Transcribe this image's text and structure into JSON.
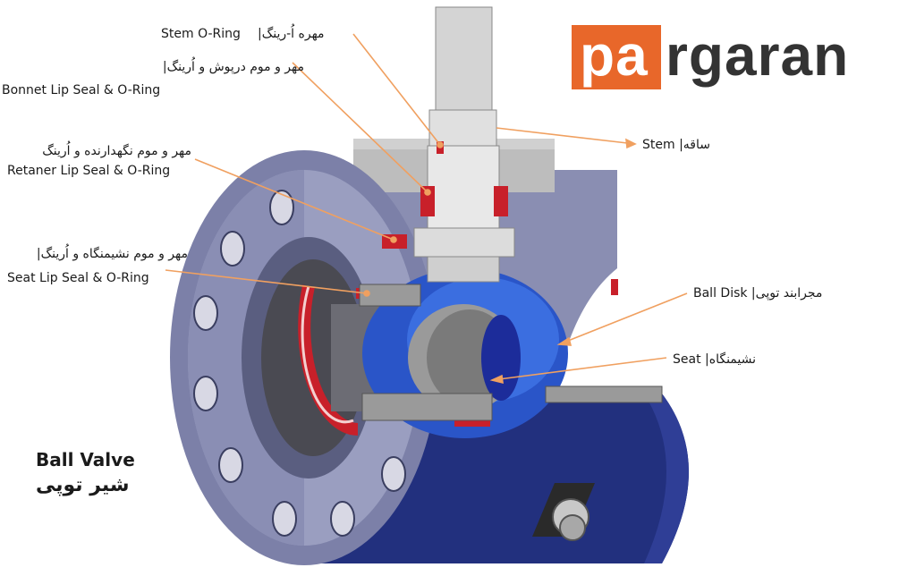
{
  "logo": {
    "part1": "pa",
    "part2": "rgaran"
  },
  "labels": {
    "stem_oring": {
      "en": "Stem O-Ring",
      "fa": "مهره اُ-رینگ|"
    },
    "bonnet_seal": {
      "fa": "مهر و موم درپوش و اُرینگ|",
      "en": "Bonnet Lip Seal & O-Ring"
    },
    "retainer_seal": {
      "fa": "مهر و موم نگهدارنده و اُرینگ",
      "en": "Retaner Lip Seal & O-Ring"
    },
    "seat_seal": {
      "fa": "مهر و موم نشیمنگاه و اُرینگ|",
      "en": "Seat Lip Seal & O-Ring"
    },
    "stem": {
      "text": "Stem |ساقه"
    },
    "ball_disk": {
      "text": "Ball Disk |مجرابند توپی"
    },
    "seat": {
      "text": "Seat |نشیمنگاه"
    }
  },
  "title": {
    "en": "Ball Valve",
    "fa": "شیر توپی"
  },
  "colors": {
    "leader": "#f0a060",
    "seal": "#c8202a",
    "body": "#7c80a8",
    "body_dark": "#1e2a78",
    "ball": "#2a55c8",
    "stem": "#d8d8d8",
    "logo": "#e8672a"
  }
}
